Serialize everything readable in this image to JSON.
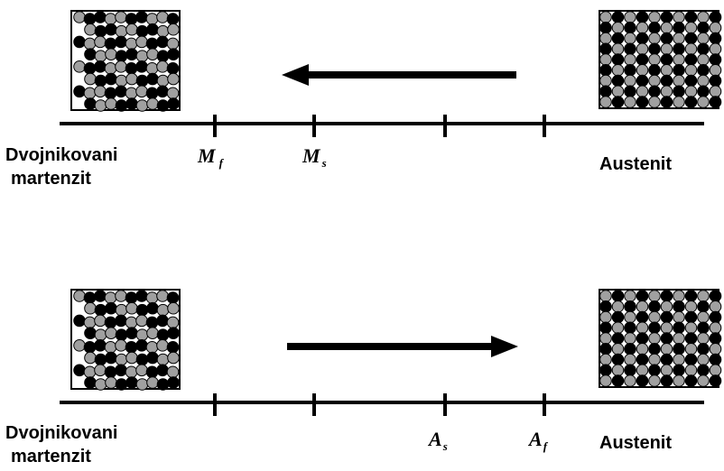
{
  "panels": [
    {
      "left_label": [
        "Dvojnikovani",
        "martenzit"
      ],
      "right_label": "Austenit",
      "arrow_direction": "left",
      "temperatures": [
        {
          "symbol": "M",
          "subscript": "f"
        },
        {
          "symbol": "M",
          "subscript": "s"
        }
      ]
    },
    {
      "left_label": [
        "Dvojnikovani",
        "martenzit"
      ],
      "right_label": "Austenit",
      "arrow_direction": "right",
      "temperatures": [
        {
          "symbol": "A",
          "subscript": "s"
        },
        {
          "symbol": "A",
          "subscript": "f"
        }
      ]
    }
  ],
  "colors": {
    "atom_dark": "#000000",
    "atom_light": "#a0a0a0",
    "line": "#000000",
    "background": "#ffffff"
  }
}
